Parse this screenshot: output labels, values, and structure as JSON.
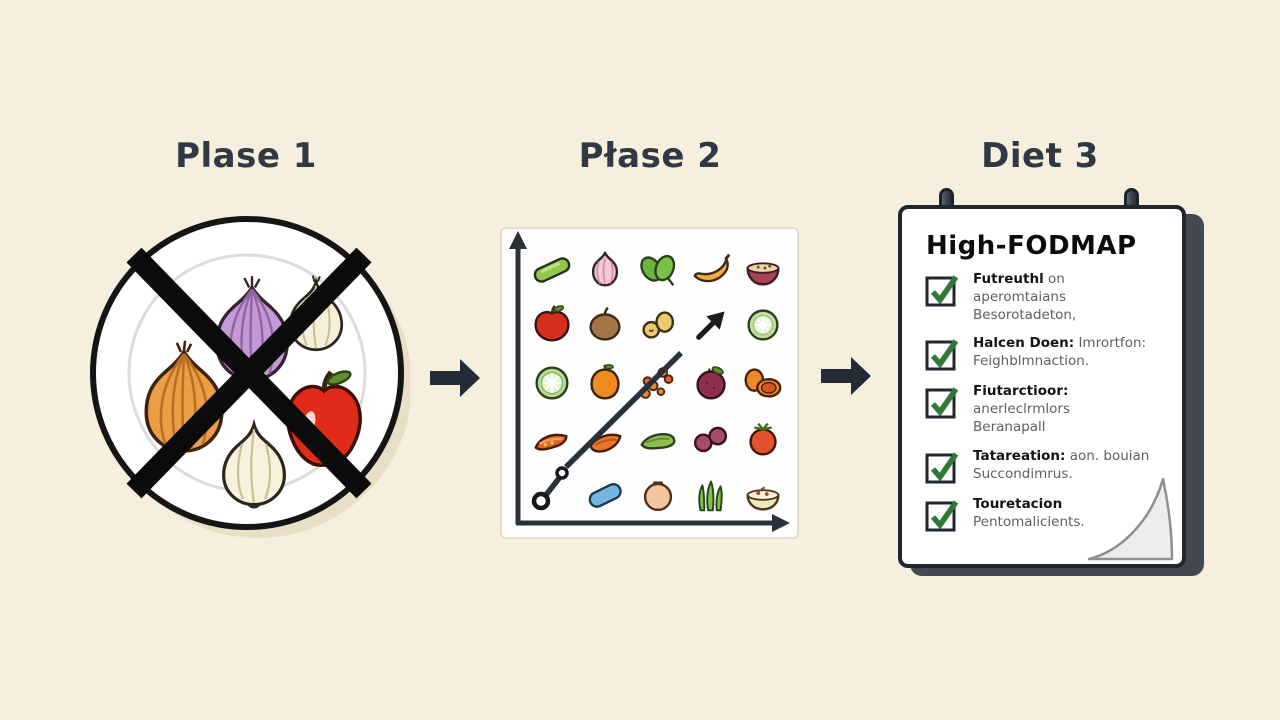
{
  "colors": {
    "background": "#f6efde",
    "title_text": "#2f3843",
    "arrow": "#232b36",
    "check_green": "#2c7a33",
    "board_border": "#20262e",
    "axis": "#2a3138",
    "cross_black": "#0b0b0b"
  },
  "phases": [
    {
      "label": "Plase 1"
    },
    {
      "label": "Płase 2"
    },
    {
      "label": "Diet 3"
    }
  ],
  "plate": {
    "crossed_out": true,
    "items": [
      "red-onion-icon",
      "garlic-bulb-icon",
      "yellow-onion-icon",
      "red-apple-icon",
      "white-garlic-icon"
    ]
  },
  "chart": {
    "grid": [
      [
        "cucumber",
        "garlic-pink",
        "spinach-leaves",
        "banana",
        "bowl-red"
      ],
      [
        "apple-red",
        "kiwi",
        "chickpeas",
        "up-arrow",
        "cucumber-slice"
      ],
      [
        "lime-slice",
        "persimmon",
        "berry-sprig",
        "mangosteen",
        "orange-halves"
      ],
      [
        "pepper-slices",
        "orange-crescent",
        "zucchini",
        "purple-berries",
        "tomato"
      ],
      [
        "trend-start",
        "blueberry",
        "peach",
        "bok-choy",
        "bowl-cream"
      ]
    ]
  },
  "checklist": {
    "title": "High-FODMAP",
    "items": [
      {
        "bold": "Futreuthl",
        "rest": " on aperomtaians",
        "line2": "Besorotadeton,"
      },
      {
        "bold": "Halcen Doen:",
        "rest": " Imrortfon:",
        "line2": "Feighblmnaction."
      },
      {
        "bold": "Fiutarctioor:",
        "rest": " anerleclrmlors",
        "line2": "Beranapall"
      },
      {
        "bold": "Tatareation:",
        "rest": " aon. bouian",
        "line2": "Succondimrus."
      },
      {
        "bold": "Touretacion",
        "rest": "",
        "line2": "Pentomalicients."
      }
    ]
  }
}
